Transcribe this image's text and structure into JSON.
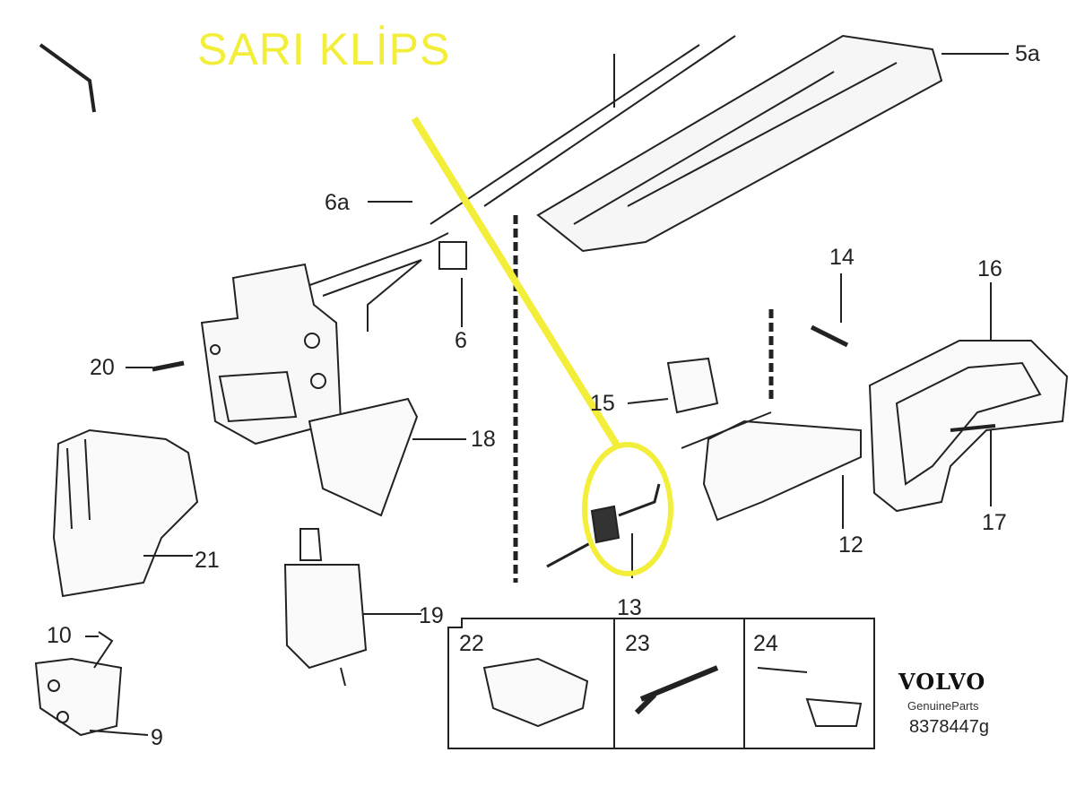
{
  "title": "SARI KLİPS",
  "colors": {
    "highlight": "#f2ee3a",
    "line": "#222222"
  },
  "callouts": {
    "p5a": "5a",
    "p6a": "6a",
    "p6": "6",
    "p14": "14",
    "p16": "16",
    "p15": "15",
    "p20": "20",
    "p18": "18",
    "p17": "17",
    "p12": "12",
    "p21": "21",
    "p13": "13",
    "p19": "19",
    "p10": "10",
    "p9": "9",
    "p22": "22",
    "p23": "23",
    "p24": "24"
  },
  "brand": {
    "logo": "VOLVO",
    "subtitle": "GenuineParts",
    "part_number": "8378447g"
  }
}
